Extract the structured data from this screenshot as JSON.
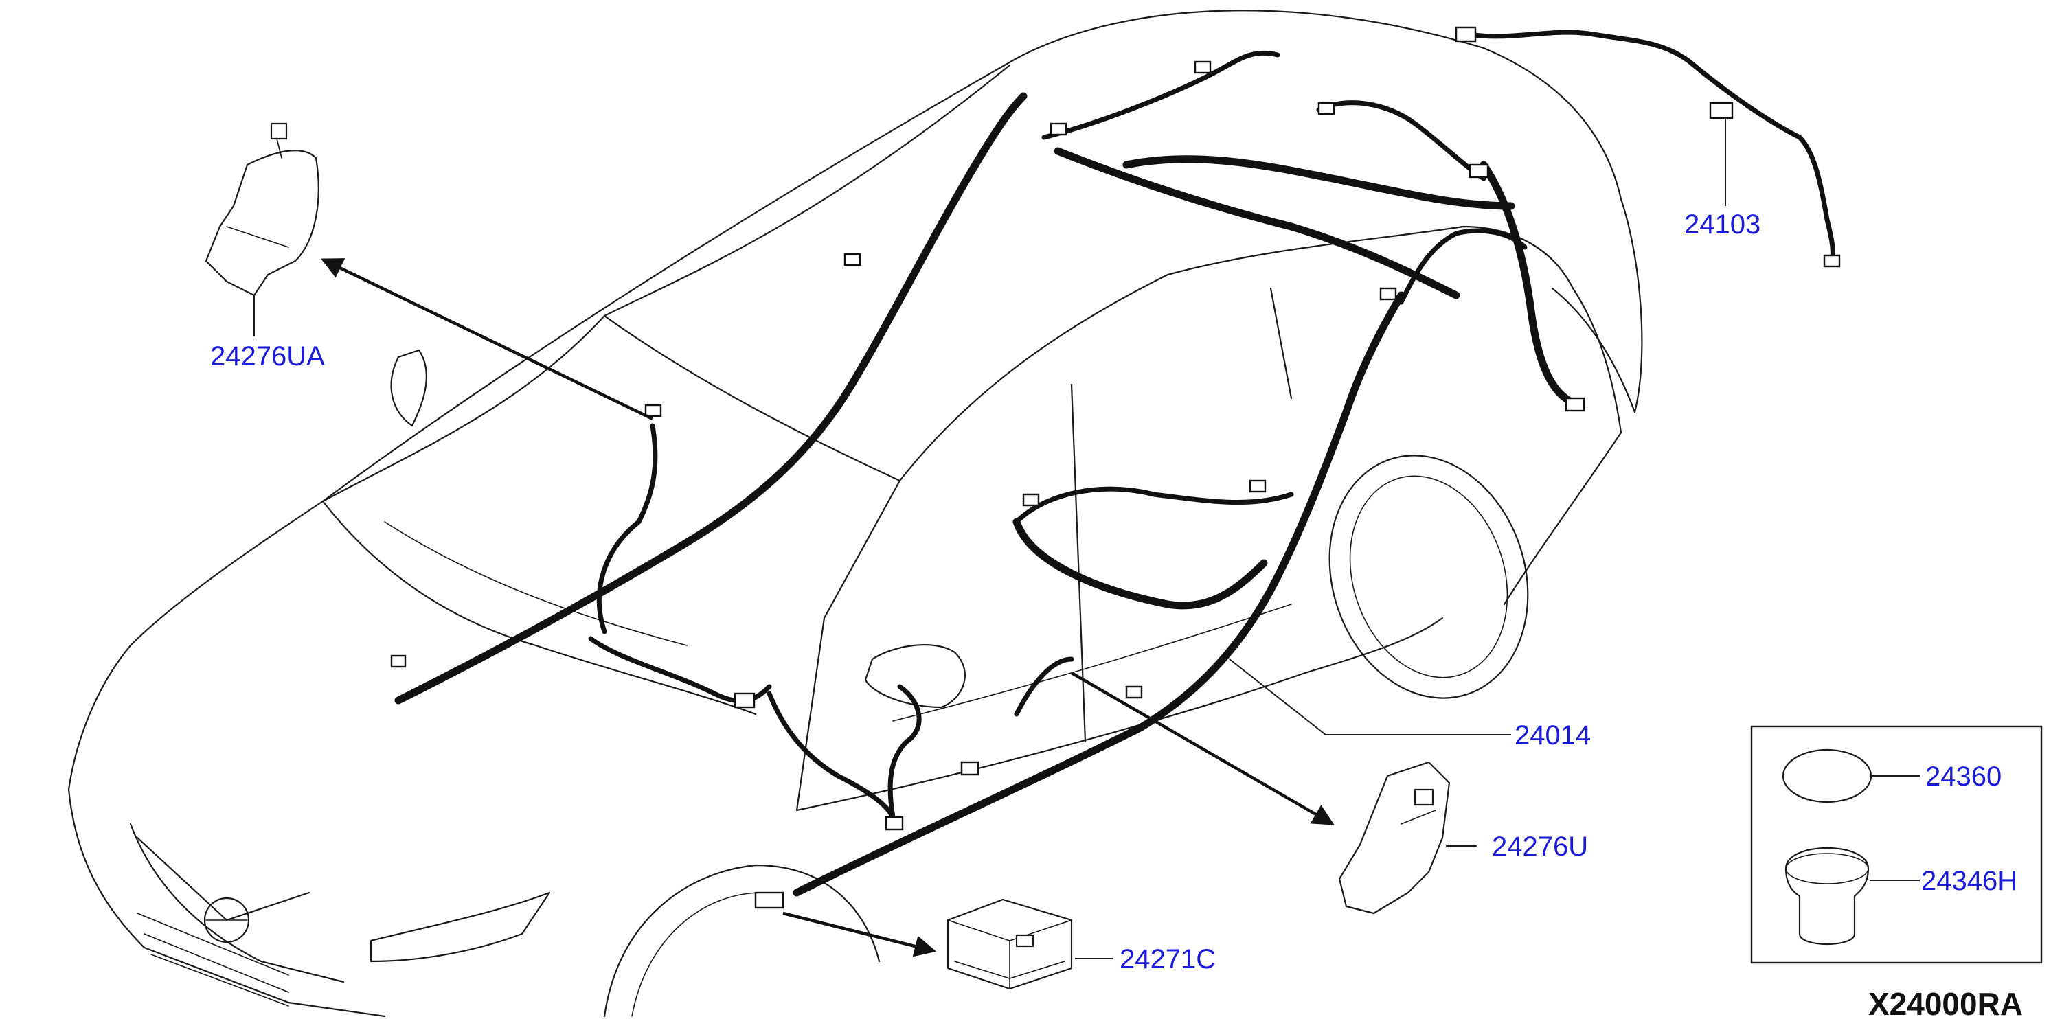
{
  "diagram_code": "X24000RA",
  "part_labels": {
    "p24276UA": "24276UA",
    "p24103": "24103",
    "p24014": "24014",
    "p24276U": "24276U",
    "p24271C": "24271C",
    "p24360": "24360",
    "p24346H": "24346H"
  },
  "colors": {
    "label": "#1a1adb",
    "line": "#1a1a1a",
    "harness": "#111111"
  }
}
